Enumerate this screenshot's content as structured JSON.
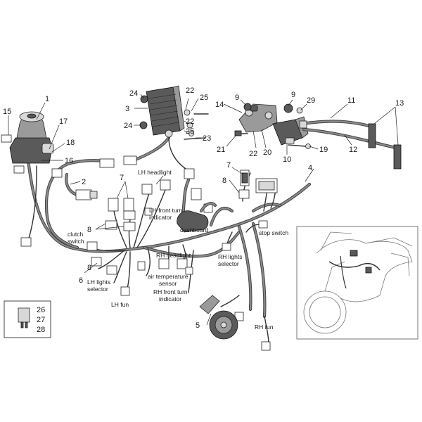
{
  "callouts": {
    "n1": "1",
    "n2": "2",
    "n3": "3",
    "n4": "4",
    "n5": "5",
    "n6": "6",
    "n7a": "7",
    "n7b": "7",
    "n8a": "8",
    "n8b": "8",
    "n8c": "8",
    "n9a": "9",
    "n9b": "9",
    "n10": "10",
    "n11": "11",
    "n12": "12",
    "n13": "13",
    "n14": "14",
    "n15": "15",
    "n16": "16",
    "n17": "17",
    "n18": "18",
    "n19": "19",
    "n20": "20",
    "n21": "21",
    "n22a": "22",
    "n22b": "22",
    "n22c": "22",
    "n23": "23",
    "n24a": "24",
    "n24b": "24",
    "n25a": "25",
    "n25b": "25",
    "n26": "26",
    "n27": "27",
    "n28": "28",
    "n29": "29"
  },
  "labels": {
    "lh_headlight": "LH headlight",
    "lh_front_turn_1": "LH front turn",
    "lh_front_turn_2": "indicator",
    "dashboard": "dashboard",
    "stop_switch": "stop switch",
    "clutch_1": "clutch",
    "clutch_2": "switch",
    "rh_headlight": "RH headlight",
    "rh_lights_1": "RH lights",
    "rh_lights_2": "selector",
    "air_temp_1": "air temperature",
    "air_temp_2": "sensor",
    "lh_lights_1": "LH lights",
    "lh_lights_2": "selector",
    "rh_front_turn_1": "RH front turn",
    "rh_front_turn_2": "indicator",
    "lh_fun": "LH fun",
    "rh_fun": "RH fun"
  },
  "colors": {
    "line": "#222222",
    "wire": "#444444",
    "part": "#9a9a9a"
  }
}
